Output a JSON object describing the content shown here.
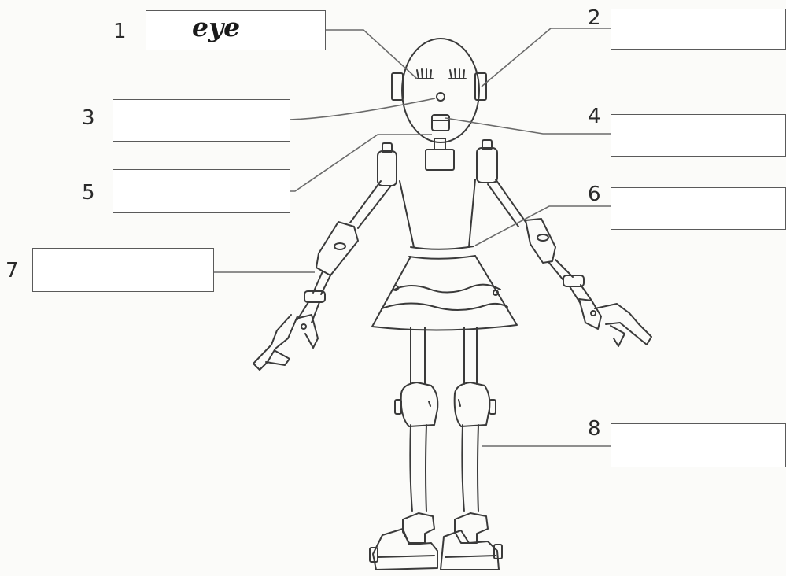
{
  "labels": [
    {
      "number": "1",
      "answer": "eye"
    },
    {
      "number": "2",
      "answer": ""
    },
    {
      "number": "3",
      "answer": ""
    },
    {
      "number": "4",
      "answer": ""
    },
    {
      "number": "5",
      "answer": ""
    },
    {
      "number": "6",
      "answer": ""
    },
    {
      "number": "7",
      "answer": ""
    },
    {
      "number": "8",
      "answer": ""
    }
  ]
}
